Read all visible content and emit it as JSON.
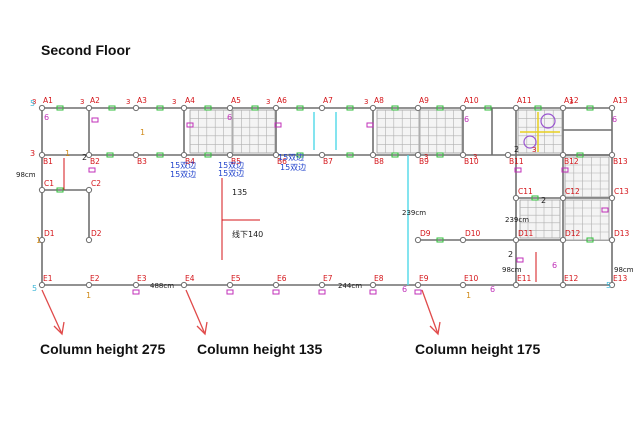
{
  "title": "Second Floor",
  "captions": [
    "Column height 275",
    "Column height 135",
    "Column height 175"
  ],
  "colors": {
    "wall": "#6f6f6f",
    "label_red": "#d4151a",
    "label_black": "#1a1a1a",
    "marker_magenta": "#c02fb8",
    "marker_green": "#2fbe3a",
    "marker_orange": "#d08a1a",
    "marker_cyan": "#3fb8d8",
    "label_blue": "#2244cc",
    "leader_red": "#e04a4a",
    "cyan_line": "#4fd8e8",
    "purple_ring": "#9a55d0",
    "yellow_mark": "#e8d020"
  },
  "nodes": [
    {
      "id": "A1",
      "c": "red"
    },
    {
      "id": "A2",
      "c": "red"
    },
    {
      "id": "A3",
      "c": "red"
    },
    {
      "id": "A4",
      "c": "red"
    },
    {
      "id": "A5",
      "c": "red"
    },
    {
      "id": "A6",
      "c": "red"
    },
    {
      "id": "A7",
      "c": "red"
    },
    {
      "id": "A8",
      "c": "red"
    },
    {
      "id": "A9",
      "c": "red"
    },
    {
      "id": "A10",
      "c": "red"
    },
    {
      "id": "A11",
      "c": "red"
    },
    {
      "id": "A12",
      "c": "red"
    },
    {
      "id": "A13",
      "c": "red"
    },
    {
      "id": "B1",
      "c": "red"
    },
    {
      "id": "B2",
      "c": "red"
    },
    {
      "id": "B3",
      "c": "red"
    },
    {
      "id": "B4",
      "c": "red"
    },
    {
      "id": "B5",
      "c": "red"
    },
    {
      "id": "B6",
      "c": "red"
    },
    {
      "id": "B7",
      "c": "red"
    },
    {
      "id": "B8",
      "c": "red"
    },
    {
      "id": "B9",
      "c": "red"
    },
    {
      "id": "B10",
      "c": "red"
    },
    {
      "id": "B11",
      "c": "red"
    },
    {
      "id": "B12",
      "c": "red"
    },
    {
      "id": "B13",
      "c": "red"
    },
    {
      "id": "C1",
      "c": "red"
    },
    {
      "id": "C2",
      "c": "red"
    },
    {
      "id": "C11",
      "c": "red"
    },
    {
      "id": "C12",
      "c": "red"
    },
    {
      "id": "C13",
      "c": "red"
    },
    {
      "id": "D1",
      "c": "red"
    },
    {
      "id": "D2",
      "c": "red"
    },
    {
      "id": "D9",
      "c": "red"
    },
    {
      "id": "D10",
      "c": "red"
    },
    {
      "id": "D11",
      "c": "red"
    },
    {
      "id": "D12",
      "c": "red"
    },
    {
      "id": "D13",
      "c": "red"
    },
    {
      "id": "E1",
      "c": "red"
    },
    {
      "id": "E2",
      "c": "red"
    },
    {
      "id": "E3",
      "c": "red"
    },
    {
      "id": "E4",
      "c": "red"
    },
    {
      "id": "E5",
      "c": "red"
    },
    {
      "id": "E6",
      "c": "red"
    },
    {
      "id": "E7",
      "c": "red"
    },
    {
      "id": "E8",
      "c": "red"
    },
    {
      "id": "E9",
      "c": "red"
    },
    {
      "id": "E10",
      "c": "red"
    },
    {
      "id": "E11",
      "c": "red"
    },
    {
      "id": "E12",
      "c": "red"
    },
    {
      "id": "E13",
      "c": "red"
    }
  ],
  "annotations": {
    "blue_labels": [
      "15双边",
      "15双边",
      "15双边",
      "15双边",
      "15双边",
      "15双边"
    ],
    "dim_135": "135",
    "dim_140": "线下140",
    "dim_98_left": "98cm",
    "dim_98_right": "98cm",
    "dim_98_bottom": "98cm",
    "dim_239_a": "239cm",
    "dim_239_b": "239cm",
    "dim_488": "488cm",
    "dim_244": "244cm",
    "num3": "3",
    "num2": "2",
    "num1": "1",
    "num5": "5",
    "num6": "6"
  }
}
